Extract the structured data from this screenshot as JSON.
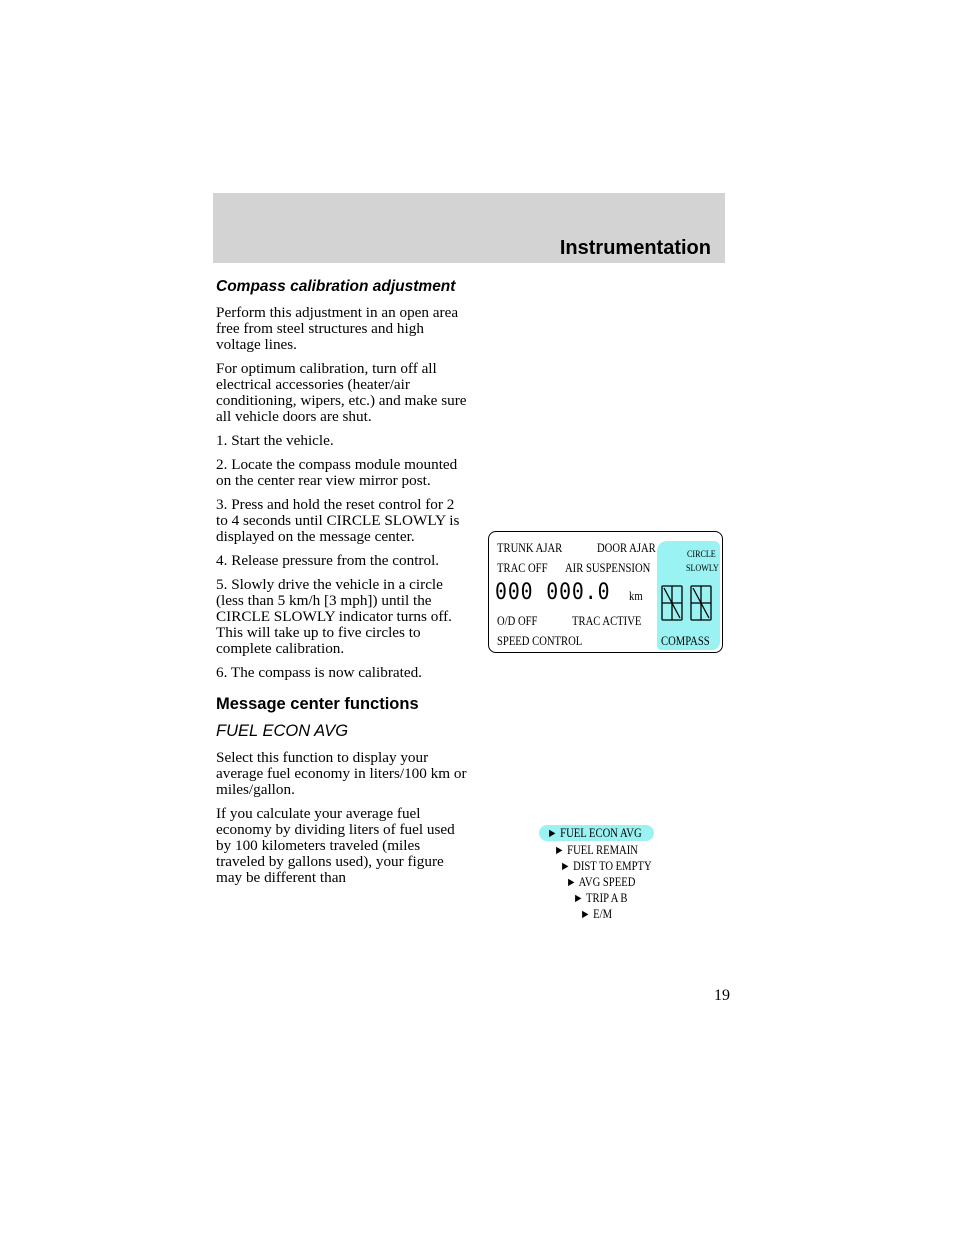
{
  "header": {
    "title": "Instrumentation"
  },
  "section_compass": {
    "heading": "Compass calibration adjustment",
    "paragraphs": [
      "Perform this adjustment in an open area free from steel structures and high voltage lines.",
      "For optimum calibration, turn off all electrical accessories (heater/air conditioning, wipers, etc.) and make sure all vehicle doors are shut.",
      "1. Start the vehicle.",
      "2. Locate the compass module mounted on the center rear view mirror post.",
      "3. Press and hold the reset control for 2 to 4 seconds until CIRCLE SLOWLY is displayed on the message center.",
      "4. Release pressure from the control.",
      "5. Slowly drive the vehicle in a circle (less than 5 km/h [3 mph]) until the CIRCLE SLOWLY indicator turns off. This will take up to five circles to complete calibration.",
      "6. The compass is now calibrated."
    ]
  },
  "section_message_center": {
    "heading": "Message center functions",
    "subheading": "FUEL ECON AVG",
    "paragraphs": [
      "Select this function to display your average fuel economy in liters/100 km or miles/gallon.",
      "If you calculate your average fuel economy by dividing liters of fuel used by 100 kilometers traveled (miles traveled by gallons used), your figure may be different than"
    ]
  },
  "display": {
    "trunk_ajar": "TRUNK AJAR",
    "door_ajar": "DOOR AJAR",
    "trac_off": "TRAC OFF",
    "air_suspension": "AIR SUSPENSION",
    "odometer": "000 000.0",
    "unit": "km",
    "od_off": "O/D OFF",
    "trac_active": "TRAC ACTIVE",
    "speed_control": "SPEED CONTROL",
    "circle": "CIRCLE",
    "slowly": "SLOWLY",
    "compass": "COMPASS",
    "highlight_color": "#9af2f2"
  },
  "function_list": {
    "items": [
      "FUEL ECON AVG",
      "FUEL REMAIN",
      "DIST TO EMPTY",
      "AVG SPEED",
      "TRIP A B",
      "E/M"
    ],
    "selected": "FUEL ECON AVG",
    "arrow_icon": "triangle-right-icon"
  },
  "page_number": "19"
}
